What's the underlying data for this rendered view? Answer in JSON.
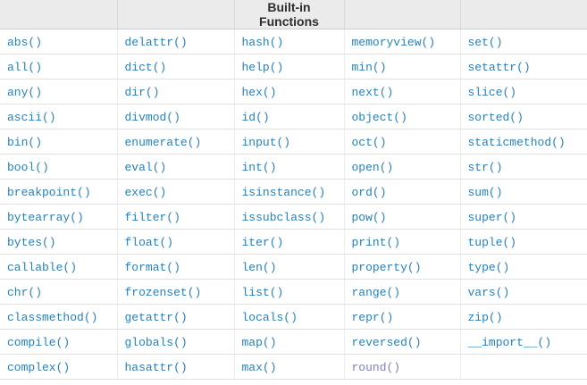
{
  "table": {
    "header_title": "Built-in Functions",
    "rows": [
      [
        "abs()",
        "delattr()",
        "hash()",
        "memoryview()",
        "set()"
      ],
      [
        "all()",
        "dict()",
        "help()",
        "min()",
        "setattr()"
      ],
      [
        "any()",
        "dir()",
        "hex()",
        "next()",
        "slice()"
      ],
      [
        "ascii()",
        "divmod()",
        "id()",
        "object()",
        "sorted()"
      ],
      [
        "bin()",
        "enumerate()",
        "input()",
        "oct()",
        "staticmethod()"
      ],
      [
        "bool()",
        "eval()",
        "int()",
        "open()",
        "str()"
      ],
      [
        "breakpoint()",
        "exec()",
        "isinstance()",
        "ord()",
        "sum()"
      ],
      [
        "bytearray()",
        "filter()",
        "issubclass()",
        "pow()",
        "super()"
      ],
      [
        "bytes()",
        "float()",
        "iter()",
        "print()",
        "tuple()"
      ],
      [
        "callable()",
        "format()",
        "len()",
        "property()",
        "type()"
      ],
      [
        "chr()",
        "frozenset()",
        "list()",
        "range()",
        "vars()"
      ],
      [
        "classmethod()",
        "getattr()",
        "locals()",
        "repr()",
        "zip()"
      ],
      [
        "compile()",
        "globals()",
        "map()",
        "reversed()",
        "__import__()"
      ],
      [
        "complex()",
        "hasattr()",
        "max()",
        "round()",
        ""
      ]
    ],
    "visited": [
      "round()"
    ]
  },
  "colors": {
    "link": "#2980b9",
    "visited_link": "#7d81ba",
    "header_bg": "#ebebeb",
    "border": "#e0e0e0"
  }
}
